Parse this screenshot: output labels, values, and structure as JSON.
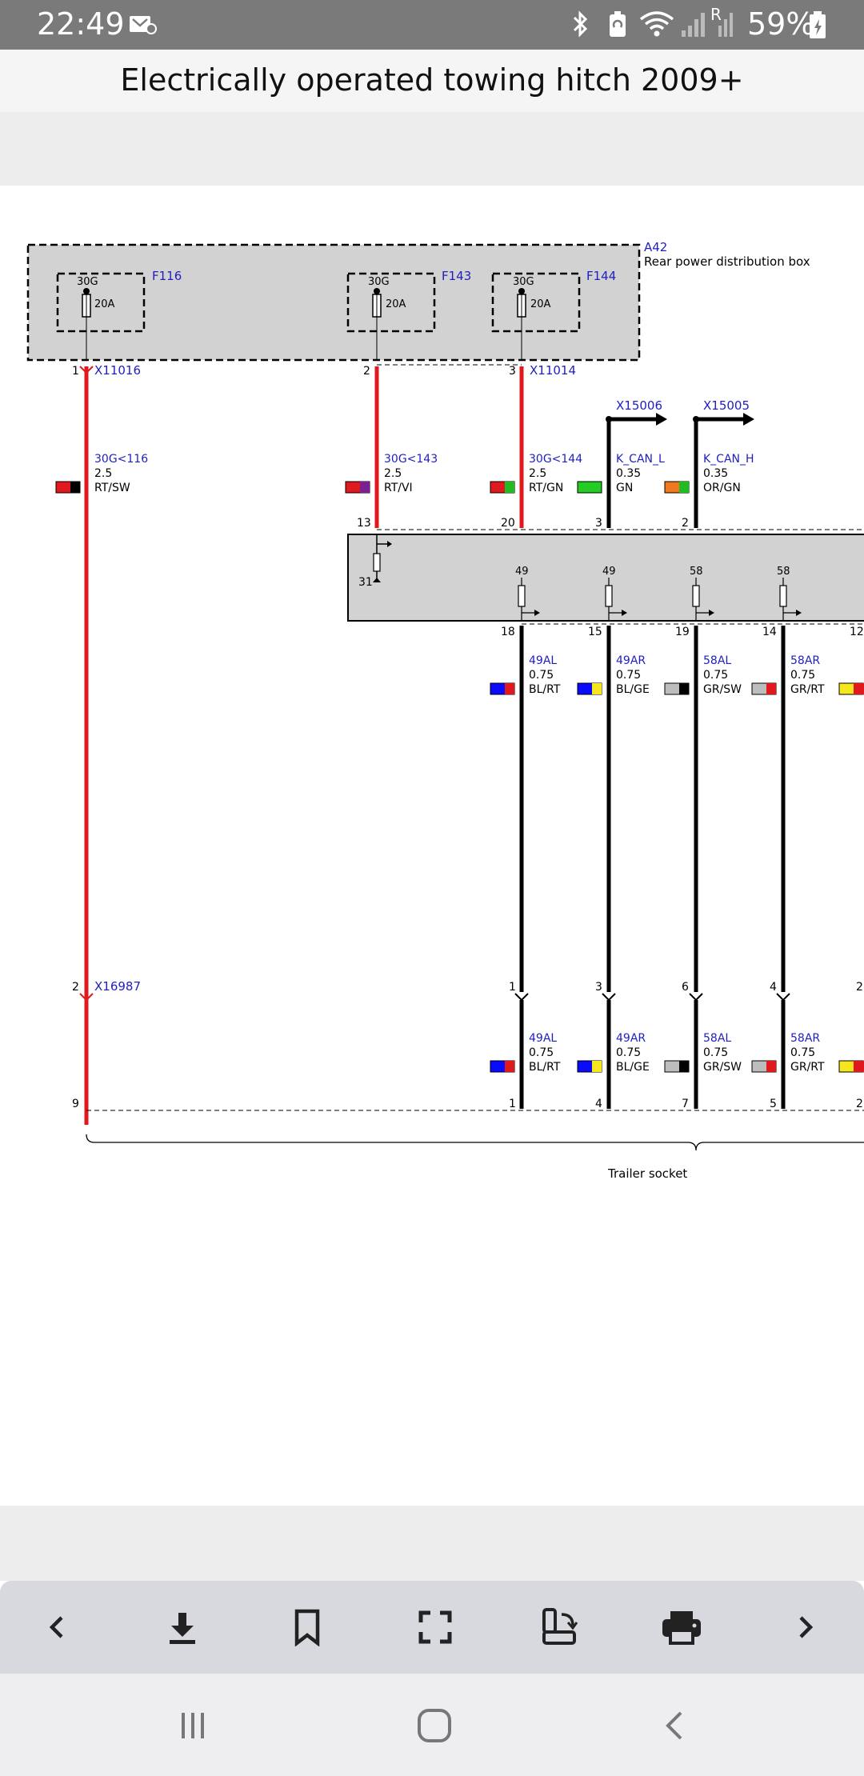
{
  "status": {
    "time": "22:49",
    "battery": "59%",
    "roaming": "R"
  },
  "title": "Electrically operated towing hitch 2009+",
  "diagram": {
    "a42_id": "A42",
    "a42_label": "Rear power distribution box",
    "fuses": [
      {
        "id": "F116",
        "terminal": "30G",
        "rating": "20A"
      },
      {
        "id": "F143",
        "terminal": "30G",
        "rating": "20A"
      },
      {
        "id": "F144",
        "terminal": "30G",
        "rating": "20A"
      }
    ],
    "connector_x11016": "X11016",
    "connector_x11014": "X11014",
    "connector_x15006": "X15006",
    "connector_x15005": "X15005",
    "connector_x16987": "X16987",
    "pins_top": [
      "1",
      "2",
      "3"
    ],
    "wires_top": [
      {
        "name": "30G<116",
        "size": "2.5",
        "color": "RT/SW"
      },
      {
        "name": "30G<143",
        "size": "2.5",
        "color": "RT/VI"
      },
      {
        "name": "30G<144",
        "size": "2.5",
        "color": "RT/GN"
      },
      {
        "name": "K_CAN_L",
        "size": "0.35",
        "color": "GN"
      },
      {
        "name": "K_CAN_H",
        "size": "0.35",
        "color": "OR/GN"
      }
    ],
    "module_pins_top": [
      "13",
      "20",
      "3",
      "2"
    ],
    "module_ground": "31",
    "module_terminals": [
      "49",
      "49",
      "58",
      "58"
    ],
    "module_pins_bottom": [
      "18",
      "15",
      "19",
      "14",
      "12"
    ],
    "wires_mid": [
      {
        "name": "49AL",
        "size": "0.75",
        "color": "BL/RT"
      },
      {
        "name": "49AR",
        "size": "0.75",
        "color": "BL/GE"
      },
      {
        "name": "58AL",
        "size": "0.75",
        "color": "GR/SW"
      },
      {
        "name": "58AR",
        "size": "0.75",
        "color": "GR/RT"
      }
    ],
    "x16987_pins": [
      "2",
      "1",
      "3",
      "6",
      "4",
      "2"
    ],
    "wires_low": [
      {
        "name": "49AL",
        "size": "0.75",
        "color": "BL/RT"
      },
      {
        "name": "49AR",
        "size": "0.75",
        "color": "BL/GE"
      },
      {
        "name": "58AL",
        "size": "0.75",
        "color": "GR/SW"
      },
      {
        "name": "58AR",
        "size": "0.75",
        "color": "GR/RT"
      }
    ],
    "socket_pins": [
      "9",
      "1",
      "4",
      "7",
      "5",
      "2"
    ],
    "socket_label": "Trailer socket"
  },
  "toolbar": {
    "items": [
      "chevron-left-icon",
      "download-icon",
      "bookmark-icon",
      "fullscreen-icon",
      "rotate-screen-icon",
      "print-icon",
      "chevron-right-icon"
    ]
  },
  "navbar": {
    "items": [
      "recent-apps-icon",
      "home-icon",
      "back-icon"
    ]
  },
  "colors": {
    "wire_red": "#e0191e",
    "blue_label": "#1f1fbf",
    "box_gray": "#d2d2d2"
  }
}
